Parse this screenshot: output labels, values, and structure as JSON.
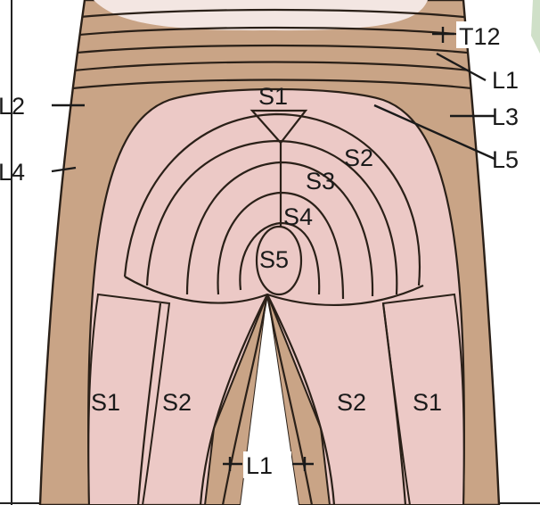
{
  "colors": {
    "skin_dark": "#c9a486",
    "skin_light": "#ecc9c6",
    "skin_pale": "#f3e6e2",
    "line": "#1a1a1a",
    "background": "#ffffff",
    "green_tint": "#cfe0c8"
  },
  "labels": {
    "t12": "T12",
    "l1_right": "L1",
    "l2_left": "L2",
    "l3_right": "L3",
    "l4_left": "L4",
    "l5_right": "L5",
    "s1_top": "S1",
    "s2_upper": "S2",
    "s3": "S3",
    "s4": "S4",
    "s5": "S5",
    "s1_left_thigh": "S1",
    "s2_left_thigh": "S2",
    "s2_right_thigh": "S2",
    "s1_right_thigh": "S1",
    "l1_bottom": "L1"
  }
}
